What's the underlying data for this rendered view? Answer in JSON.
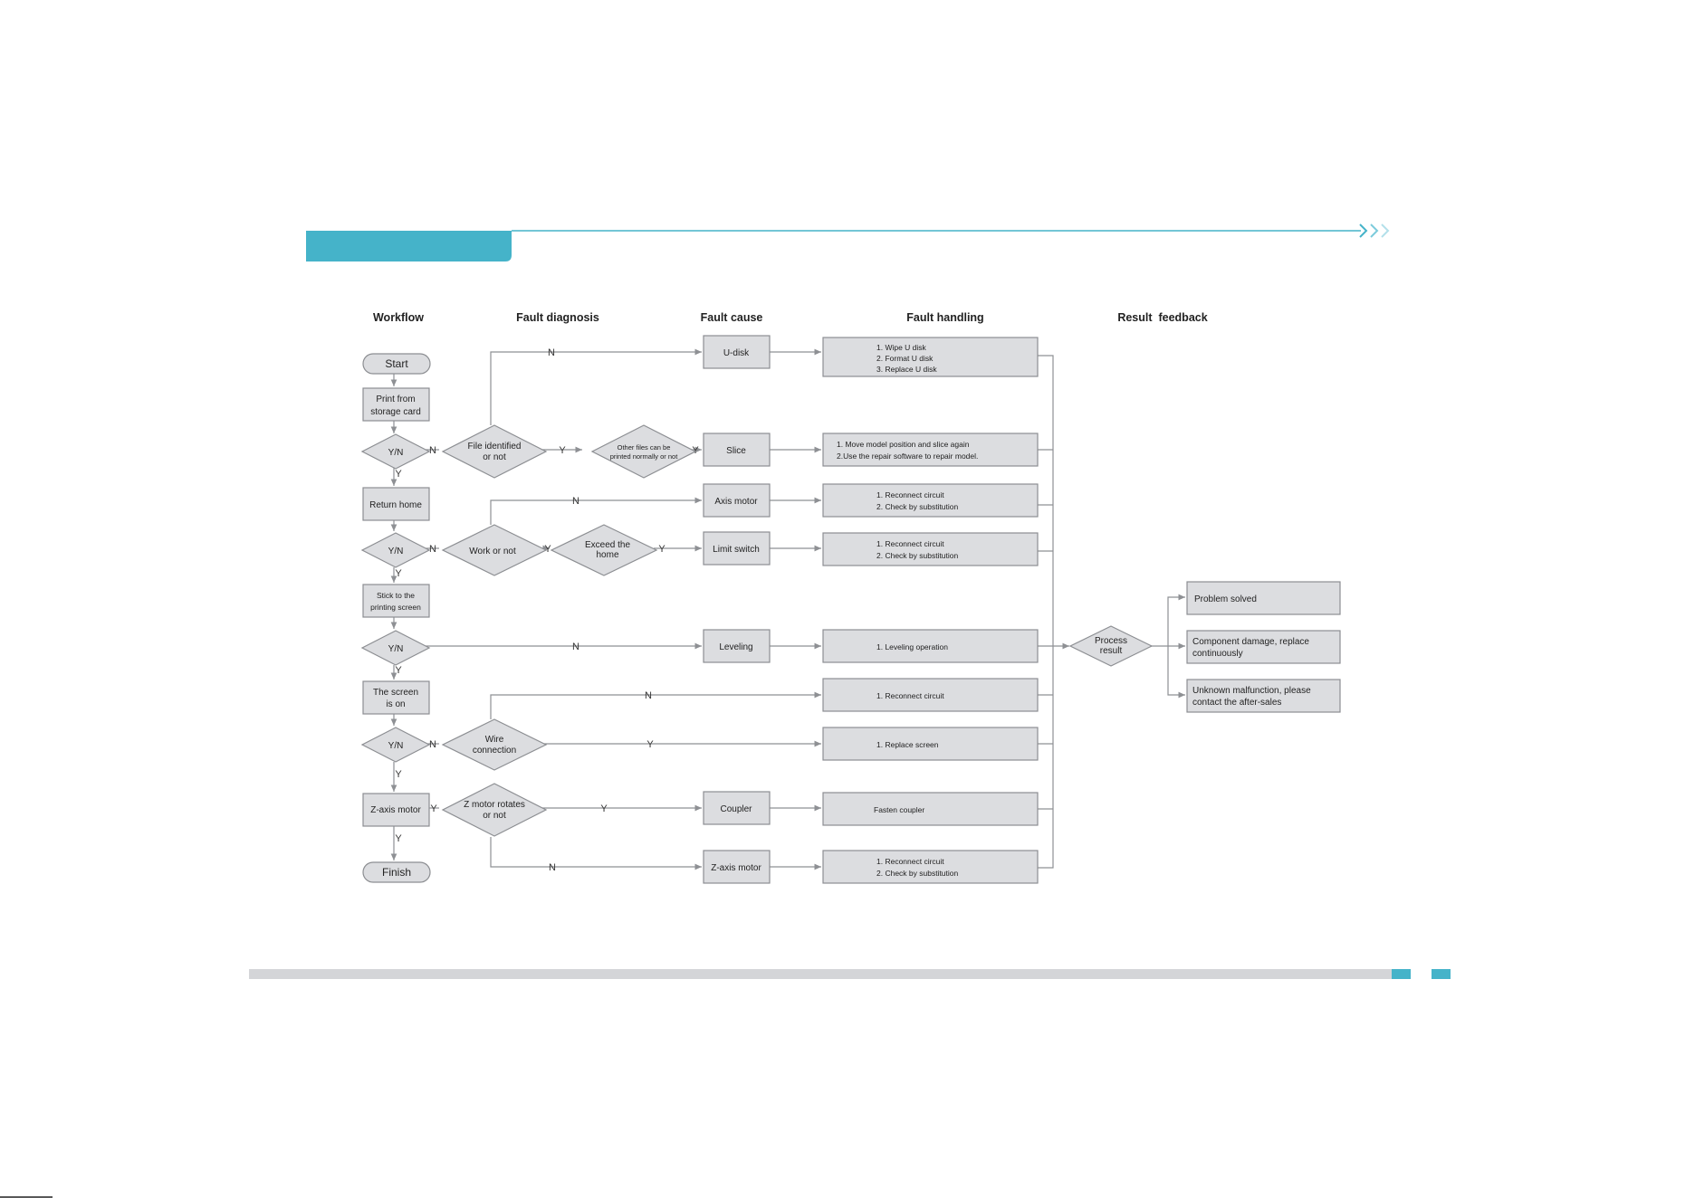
{
  "colors": {
    "accent": "#45b3c9",
    "box_fill": "#dcdde0",
    "box_stroke": "#8c8e92",
    "footer_bar": "#d4d5d8"
  },
  "columns": [
    "Workflow",
    "Fault diagnosis",
    "Fault cause",
    "Fault handling",
    "Result  feedback"
  ],
  "workflow": {
    "start": "Start",
    "print": [
      "Print from",
      "storage card"
    ],
    "return_home": "Return home",
    "stick": [
      "Stick to the",
      "printing screen"
    ],
    "screen_on": [
      "The screen",
      "is on"
    ],
    "zmotor": "Z-axis motor",
    "finish": "Finish",
    "yn": "Y/N"
  },
  "diagnosis": {
    "file": [
      "File identified",
      "or not"
    ],
    "other": [
      "Other files can be",
      "printed normally or not"
    ],
    "work": "Work or not",
    "exceed": [
      "Exceed the",
      "home"
    ],
    "wire": [
      "Wire",
      "connection"
    ],
    "zrot": [
      "Z motor rotates",
      "or not"
    ]
  },
  "causes": {
    "udisk": "U-disk",
    "slice": "Slice",
    "axis": "Axis motor",
    "limit": "Limit switch",
    "leveling": "Leveling",
    "coupler": "Coupler",
    "zaxis": "Z-axis motor"
  },
  "handling": {
    "udisk": [
      "1. Wipe U disk",
      "2. Format U disk",
      "3. Replace U disk"
    ],
    "slice": [
      "1. Move model position and slice again",
      "2.Use the repair software to repair model."
    ],
    "axis": [
      "1. Reconnect circuit",
      "2. Check by substitution"
    ],
    "limit": [
      "1. Reconnect circuit",
      "2. Check by substitution"
    ],
    "leveling": "1. Leveling operation",
    "reconnect": "1. Reconnect circuit",
    "screen": "1. Replace screen",
    "coupler": "Fasten coupler",
    "zaxis": [
      "1. Reconnect circuit",
      "2. Check by substitution"
    ]
  },
  "result": {
    "process": [
      "Process",
      "result"
    ],
    "solved": "Problem solved",
    "component": [
      "Component damage, replace",
      "continuously"
    ],
    "unknown": [
      "Unknown malfunction, please",
      "contact the after-sales"
    ]
  },
  "marks": {
    "y": "Y",
    "n": "N"
  }
}
